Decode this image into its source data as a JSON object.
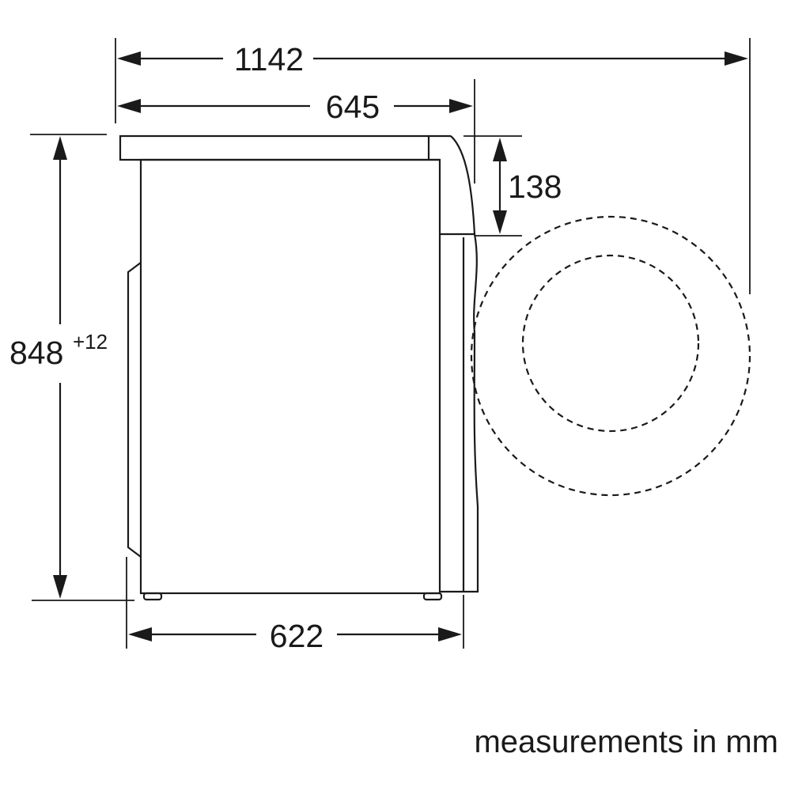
{
  "dimensions": {
    "overall_depth": "1142",
    "body_depth": "645",
    "top_offset": "138",
    "height": "848",
    "height_tolerance": "+12",
    "base_depth": "622"
  },
  "caption": "measurements in mm",
  "colors": {
    "line": "#1a1a1a",
    "background": "#ffffff"
  }
}
